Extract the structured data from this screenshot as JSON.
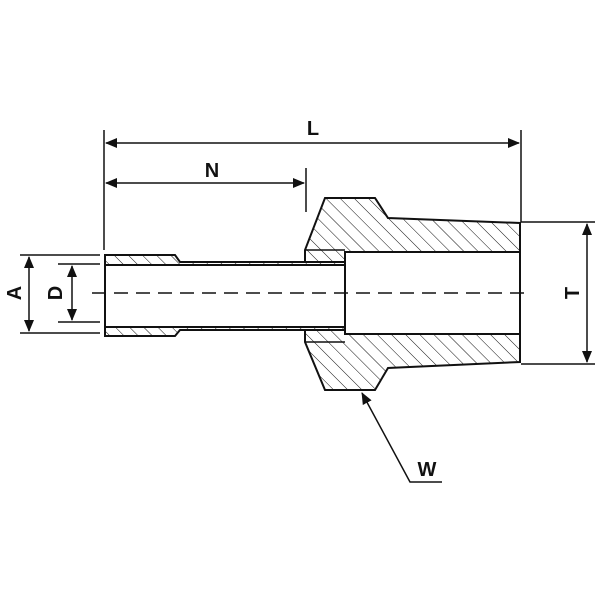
{
  "diagram": {
    "colors": {
      "line": "#111111",
      "background": "#ffffff"
    },
    "labels": {
      "L": "L",
      "N": "N",
      "A": "A",
      "D": "D",
      "T": "T",
      "W": "W"
    }
  }
}
